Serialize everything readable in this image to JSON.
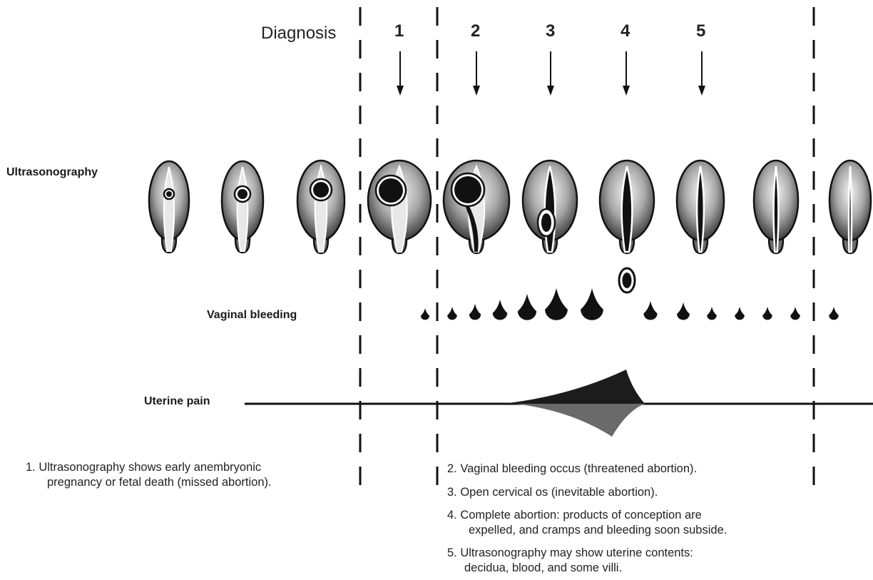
{
  "diagnosis_label": "Diagnosis",
  "stages": [
    "1",
    "2",
    "3",
    "4",
    "5"
  ],
  "rows": {
    "ultrasonography": "Ultrasonography",
    "vaginal_bleeding": "Vaginal bleeding",
    "uterine_pain": "Uterine pain"
  },
  "notes": {
    "n1_line1": "1. Ultrasonography shows early anembryonic",
    "n1_line2": "pregnancy or fetal death (missed abortion).",
    "n2": "2. Vaginal bleeding occus (threatened abortion).",
    "n3": "3. Open cervical os (inevitable abortion).",
    "n4_line1": "4. Complete abortion: products of conception are",
    "n4_line2": "expelled, and cramps and bleeding soon subside.",
    "n5_line1": "5. Ultrasonography may show uterine contents:",
    "n5_line2": "decidua, blood, and some villi."
  },
  "colors": {
    "ink": "#111111",
    "uterus_dark": "#3a3a3a",
    "uterus_light": "#e6e6e6",
    "pain_fill": "#1c1c1c"
  },
  "bleeding_levels": [
    0.15,
    0.2,
    0.3,
    0.45,
    0.65,
    0.85,
    0.85,
    0.4,
    0.35,
    0.2,
    0.2,
    0.2,
    0.2,
    0.2
  ]
}
